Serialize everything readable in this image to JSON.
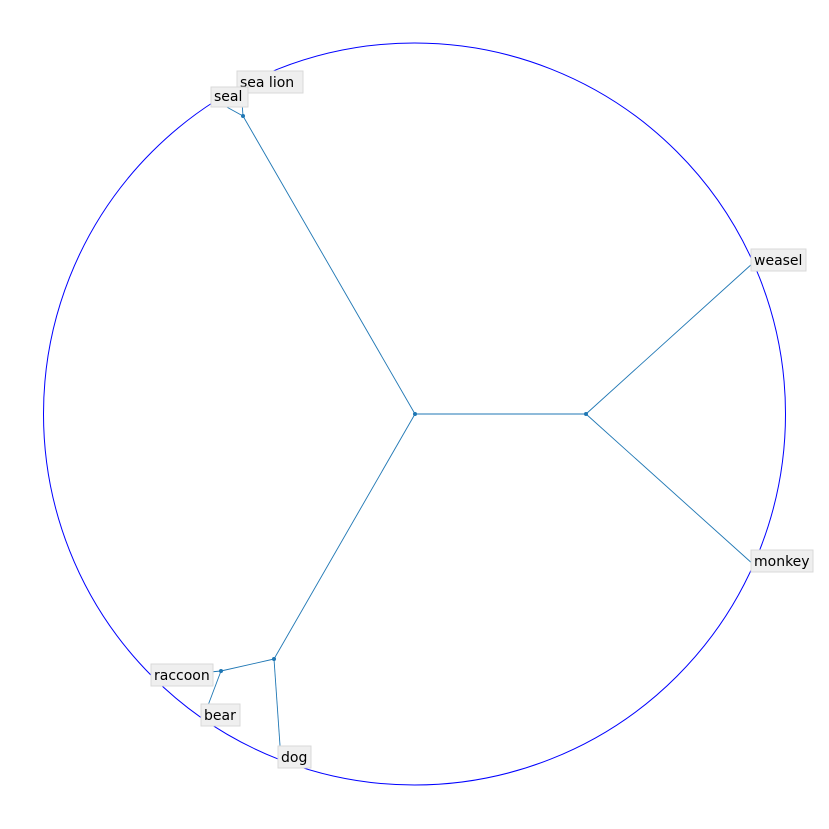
{
  "colors": {
    "boundary": "#0000ff",
    "edge": "#1f77b4",
    "node": "#1f77b4",
    "label_bg": "#efefef"
  },
  "tree": {
    "nodes": [
      {
        "id": "root",
        "label": ""
      },
      {
        "id": "pinniped",
        "label": ""
      },
      {
        "id": "primate",
        "label": ""
      },
      {
        "id": "canid",
        "label": ""
      },
      {
        "id": "ursid",
        "label": ""
      },
      {
        "id": "sea-lion",
        "label": "sea lion"
      },
      {
        "id": "seal",
        "label": "seal"
      },
      {
        "id": "weasel",
        "label": "weasel"
      },
      {
        "id": "monkey",
        "label": "monkey"
      },
      {
        "id": "raccoon",
        "label": "raccoon"
      },
      {
        "id": "bear",
        "label": "bear"
      },
      {
        "id": "dog",
        "label": "dog"
      }
    ],
    "edges": [
      [
        "root",
        "pinniped"
      ],
      [
        "root",
        "primate"
      ],
      [
        "root",
        "canid"
      ],
      [
        "pinniped",
        "sea-lion"
      ],
      [
        "pinniped",
        "seal"
      ],
      [
        "primate",
        "weasel"
      ],
      [
        "primate",
        "monkey"
      ],
      [
        "canid",
        "ursid"
      ],
      [
        "canid",
        "dog"
      ],
      [
        "ursid",
        "raccoon"
      ],
      [
        "ursid",
        "bear"
      ]
    ]
  }
}
